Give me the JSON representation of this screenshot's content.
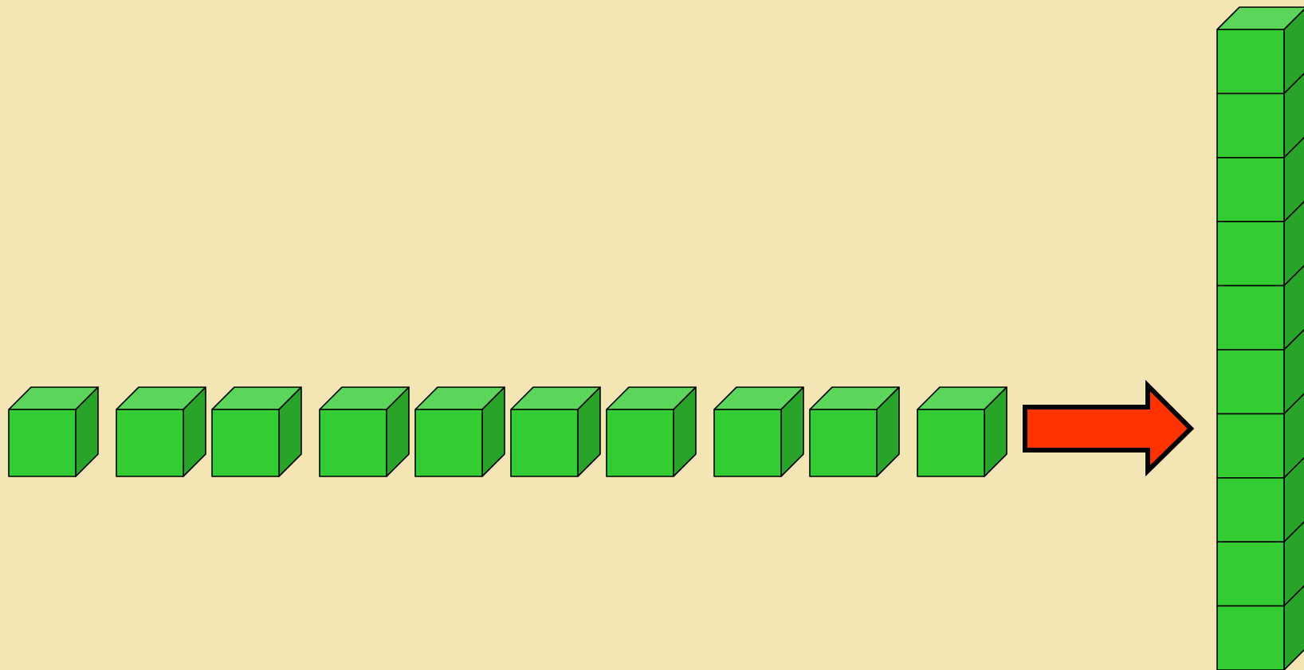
{
  "background_color": "#F4E6B4",
  "cube_colors": {
    "front": "#33CC33",
    "top": "#5BD65B",
    "side": "#28A428",
    "stroke": "#000000"
  },
  "arrow_color": "#FF3300",
  "loose_cube_groups": [
    1,
    2,
    4,
    2,
    1
  ],
  "tower_cube_count": 10
}
